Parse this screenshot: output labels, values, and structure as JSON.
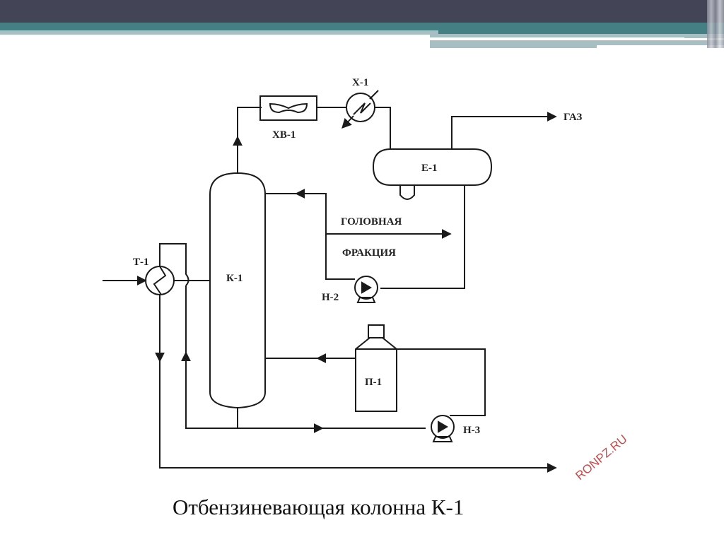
{
  "slide": {
    "caption": "Отбензиневающая колонна К-1",
    "watermark": "RONPZ.RU",
    "accent_colors": {
      "header_dark": "#434556",
      "header_teal": "#447f84",
      "header_light": "#a7bec2"
    }
  },
  "diagram": {
    "equipment": {
      "column": "К-1",
      "heat_exchanger": "Т-1",
      "air_cooler": "ХВ-1",
      "cooler": "Х-1",
      "separator": "Е-1",
      "reflux_pump": "Н-2",
      "bottoms_pump": "Н-3",
      "furnace": "П-1"
    },
    "streams": {
      "gas": "ГАЗ",
      "head_fraction_line1": "ГОЛОВНАЯ",
      "head_fraction_line2": "ФРАКЦИЯ"
    }
  }
}
